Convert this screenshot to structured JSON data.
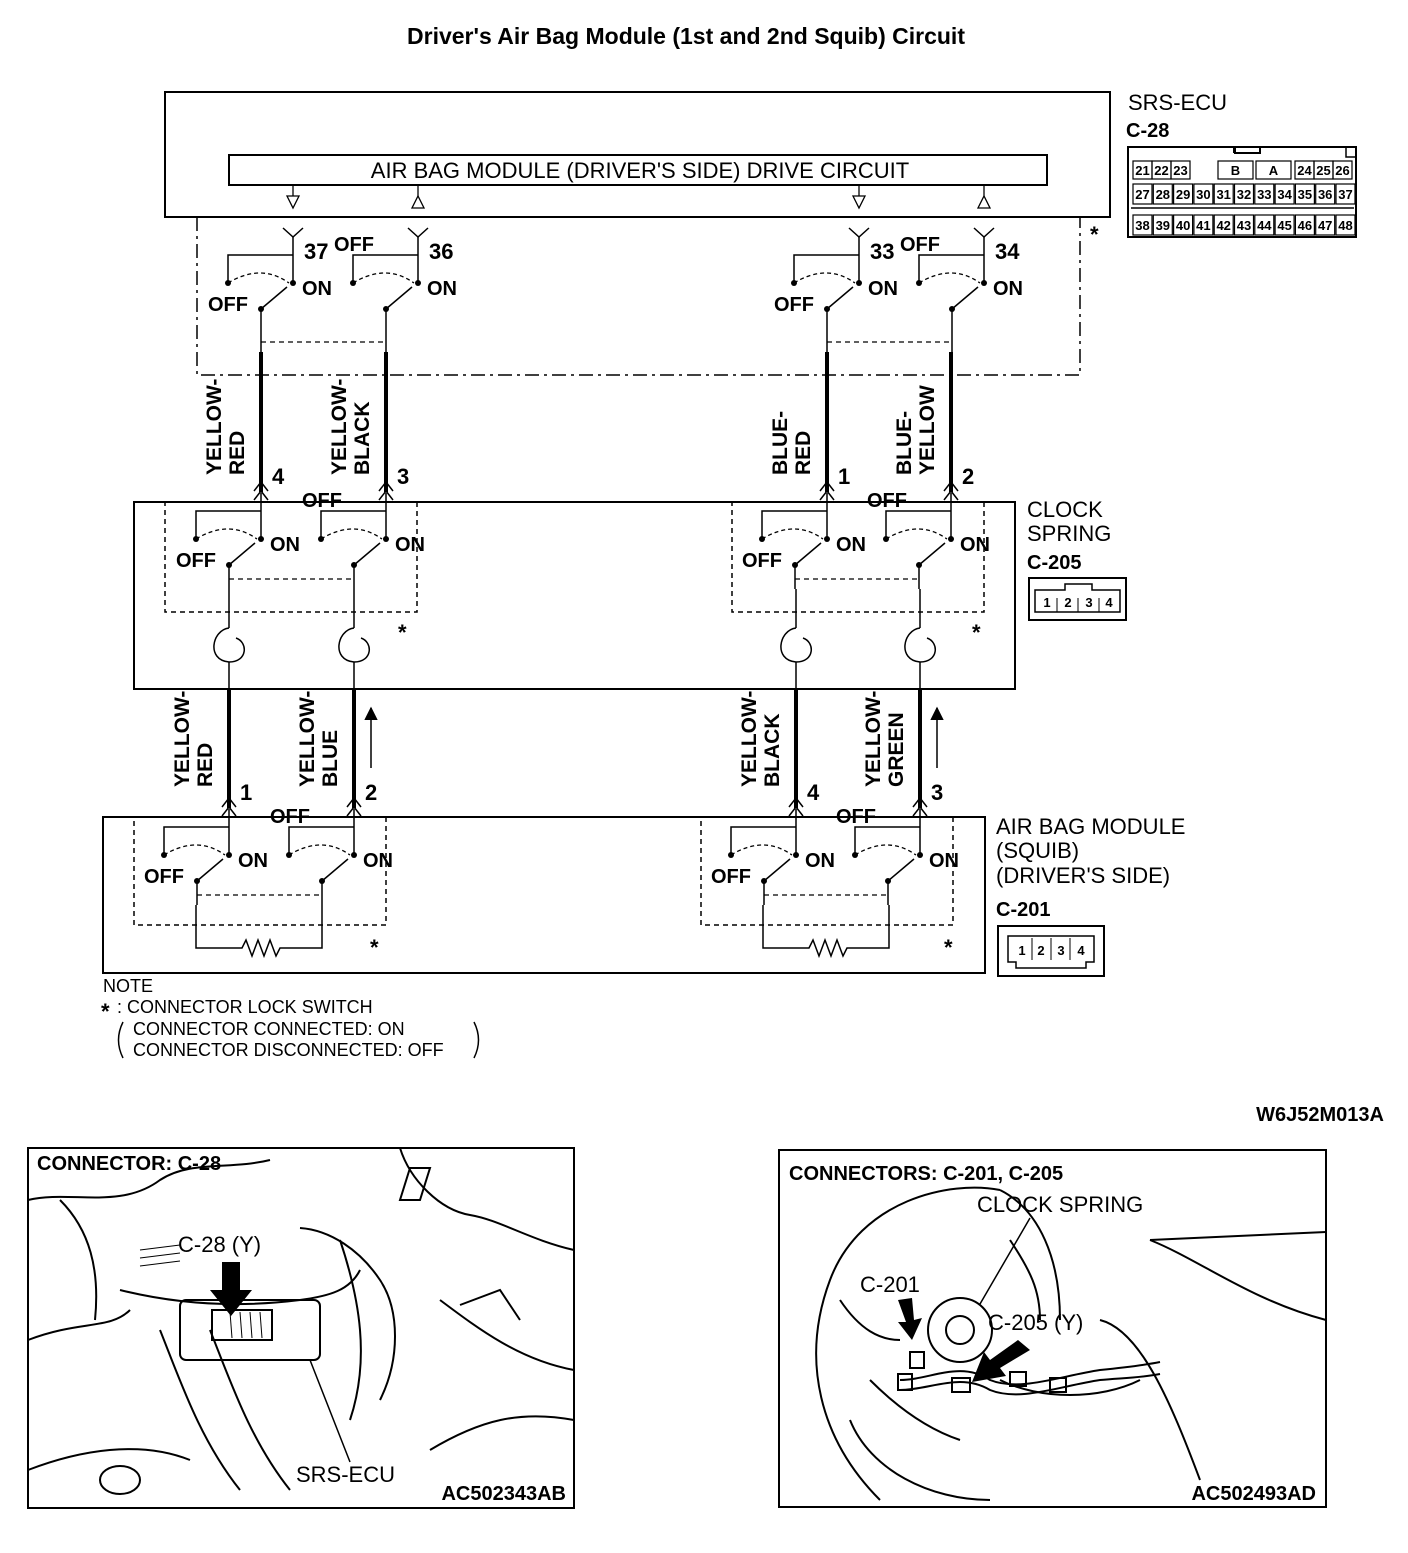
{
  "title": "Driver's Air Bag Module (1st and 2nd Squib) Circuit",
  "srs_ecu": {
    "name": "SRS-ECU",
    "connector": "C-28",
    "drive_circuit": "AIR BAG MODULE (DRIVER'S SIDE) DRIVE CIRCUIT",
    "pins": [
      "37",
      "36",
      "33",
      "34"
    ],
    "connector_face": {
      "row1": [
        "21",
        "22",
        "23",
        "B",
        "A",
        "24",
        "25",
        "26"
      ],
      "row2": [
        "27",
        "28",
        "29",
        "30",
        "31",
        "32",
        "33",
        "34",
        "35",
        "36",
        "37"
      ],
      "row3": [
        "38",
        "39",
        "40",
        "41",
        "42",
        "43",
        "44",
        "45",
        "46",
        "47",
        "48"
      ]
    }
  },
  "switch_labels": {
    "off": "OFF",
    "on": "ON"
  },
  "star": "*",
  "wires_upper": [
    {
      "line1": "YELLOW-",
      "line2": "RED",
      "pin": "4"
    },
    {
      "line1": "YELLOW-",
      "line2": "BLACK",
      "pin": "3"
    },
    {
      "line1": "BLUE-",
      "line2": "RED",
      "pin": "1"
    },
    {
      "line1": "BLUE-",
      "line2": "YELLOW",
      "pin": "2"
    }
  ],
  "clock_spring": {
    "line1": "CLOCK",
    "line2": "SPRING",
    "connector": "C-205",
    "face": [
      "1",
      "2",
      "3",
      "4"
    ]
  },
  "wires_lower": [
    {
      "line1": "YELLOW-",
      "line2": "RED",
      "pin": "1"
    },
    {
      "line1": "YELLOW-",
      "line2": "BLUE",
      "pin": "2"
    },
    {
      "line1": "YELLOW-",
      "line2": "BLACK",
      "pin": "4"
    },
    {
      "line1": "YELLOW-",
      "line2": "GREEN",
      "pin": "3"
    }
  ],
  "airbag_module": {
    "line1": "AIR BAG MODULE",
    "line2": "(SQUIB)",
    "line3": "(DRIVER'S SIDE)",
    "connector": "C-201",
    "face": [
      "1",
      "2",
      "3",
      "4"
    ]
  },
  "note": {
    "heading": "NOTE",
    "star_line": ": CONNECTOR LOCK SWITCH",
    "connected": "CONNECTOR CONNECTED: ON",
    "disconnected": "CONNECTOR DISCONNECTED: OFF"
  },
  "figure_code": "W6J52M013A",
  "panel_left": {
    "title": "CONNECTOR: C-28",
    "callout": "C-28 (Y)",
    "ecu_label": "SRS-ECU",
    "code": "AC502343AB"
  },
  "panel_right": {
    "title": "CONNECTORS: C-201, C-205",
    "clock_spring": "CLOCK SPRING",
    "c201": "C-201",
    "c205": "C-205 (Y)",
    "code": "AC502493AD"
  }
}
